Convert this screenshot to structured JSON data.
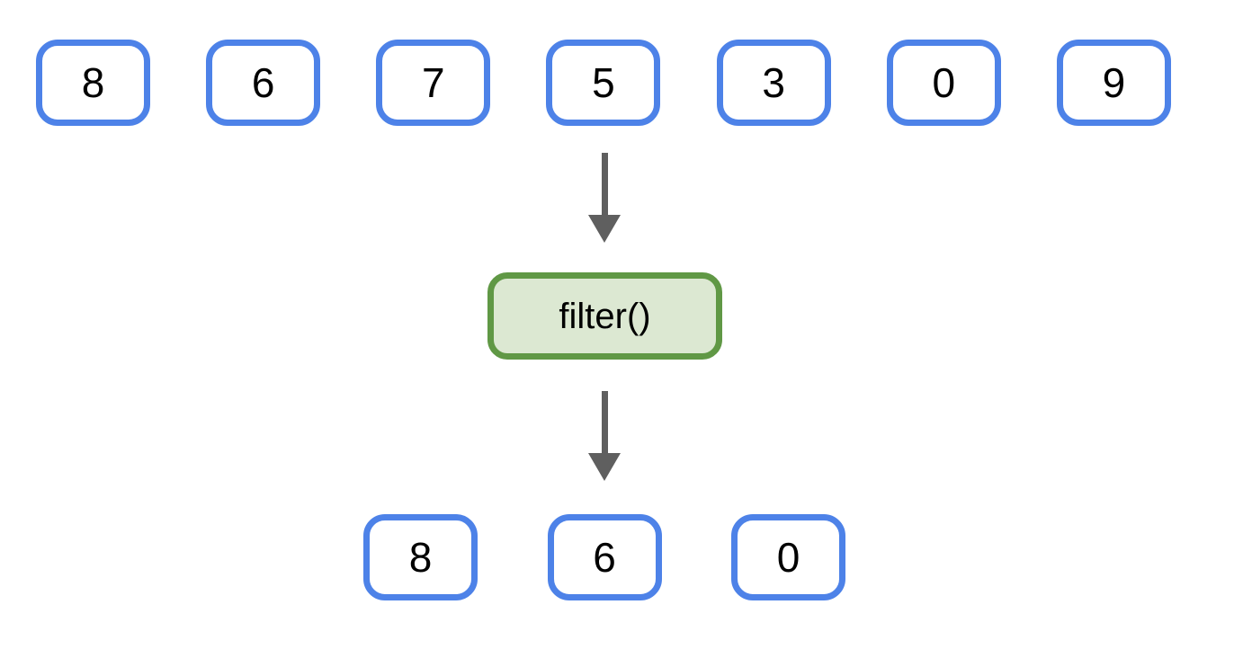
{
  "diagram": {
    "title": "filter-operation-diagram",
    "operation": "filter()",
    "input_values": [
      "8",
      "6",
      "7",
      "5",
      "3",
      "0",
      "9"
    ],
    "output_values": [
      "8",
      "6",
      "0"
    ],
    "colors": {
      "value_box_border": "#4d82e8",
      "value_box_fill": "#ffffff",
      "operation_box_border": "#609845",
      "operation_box_fill": "#dce8d2",
      "arrow": "#5f5f5f",
      "text": "#000000"
    }
  }
}
